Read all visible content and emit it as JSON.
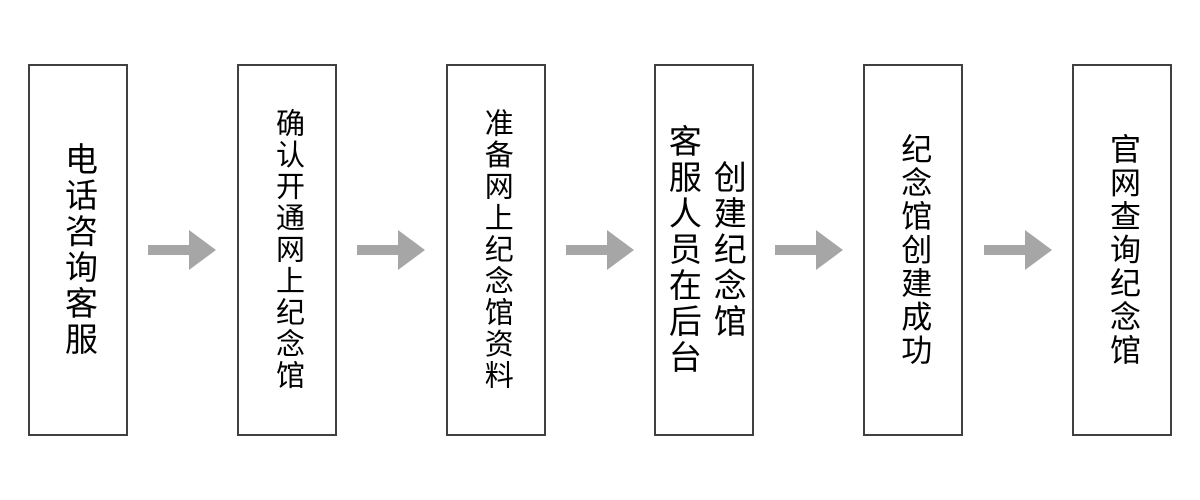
{
  "diagram": {
    "type": "flowchart",
    "direction": "left-to-right",
    "text_orientation": "vertical",
    "box_border_color": "#404040",
    "box_fill_color": "#ffffff",
    "text_color": "#000000",
    "arrow_color": "#a6a6a6",
    "steps": [
      {
        "lines": [
          "电话咨询客服"
        ]
      },
      {
        "lines": [
          "确认开通网上纪念馆"
        ]
      },
      {
        "lines": [
          "准备网上纪念馆资料"
        ]
      },
      {
        "lines": [
          "客服人员在后台",
          "创建纪念馆"
        ]
      },
      {
        "lines": [
          "纪念馆创建成功"
        ]
      },
      {
        "lines": [
          "官网查询纪念馆"
        ]
      }
    ]
  }
}
